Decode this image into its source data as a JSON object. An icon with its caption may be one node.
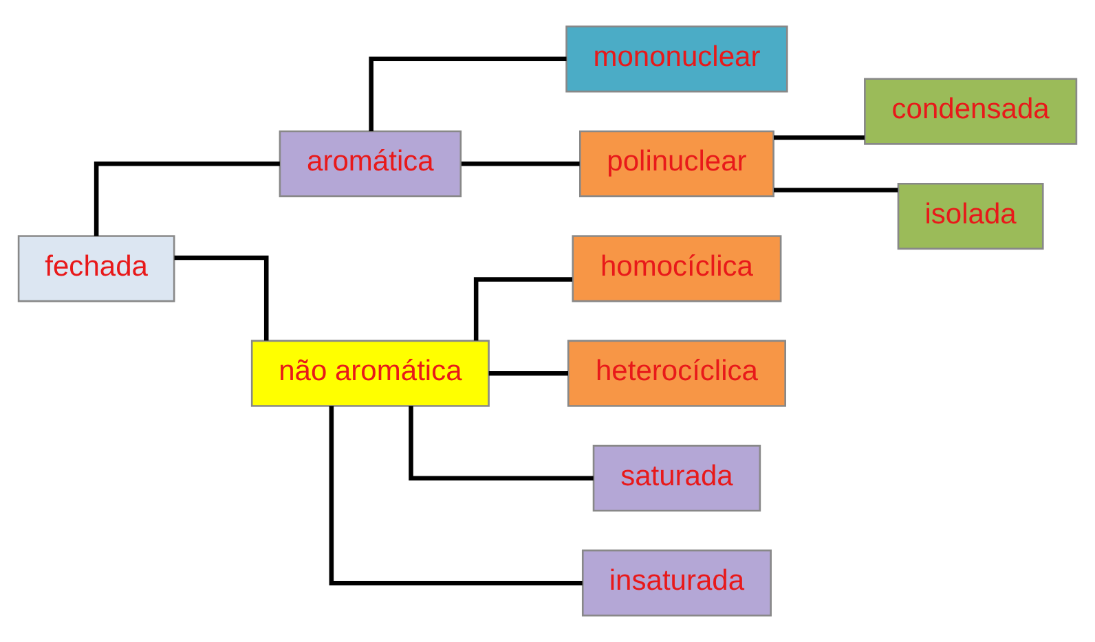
{
  "diagram": {
    "nodes": [
      {
        "text": [
          "fechada"
        ]
      },
      {
        "text": [
          "aromática"
        ]
      },
      {
        "text": [
          "mononuclear"
        ]
      },
      {
        "text": [
          "polinuclear"
        ]
      },
      {
        "text": [
          "condensada"
        ]
      },
      {
        "text": [
          "isolada"
        ]
      },
      {
        "text": [
          "não aromática"
        ]
      },
      {
        "text": [
          "homocíclica"
        ]
      },
      {
        "text": [
          "heterocíclica"
        ]
      },
      {
        "text": [
          "saturada"
        ]
      },
      {
        "text": [
          "insaturada"
        ]
      }
    ],
    "edges": [
      {
        "from": 0,
        "to": 1,
        "arrow": "none"
      },
      {
        "from": 0,
        "to": 6,
        "arrow": "none"
      },
      {
        "from": 1,
        "to": 2,
        "arrow": "none"
      },
      {
        "from": 1,
        "to": 3,
        "arrow": "none"
      },
      {
        "from": 3,
        "to": 4,
        "arrow": "none"
      },
      {
        "from": 3,
        "to": 5,
        "arrow": "none"
      },
      {
        "from": 6,
        "to": 7,
        "arrow": "none"
      },
      {
        "from": 6,
        "to": 8,
        "arrow": "none"
      },
      {
        "from": 6,
        "to": 9,
        "arrow": "none"
      },
      {
        "from": 6,
        "to": 10,
        "arrow": "none"
      }
    ]
  }
}
